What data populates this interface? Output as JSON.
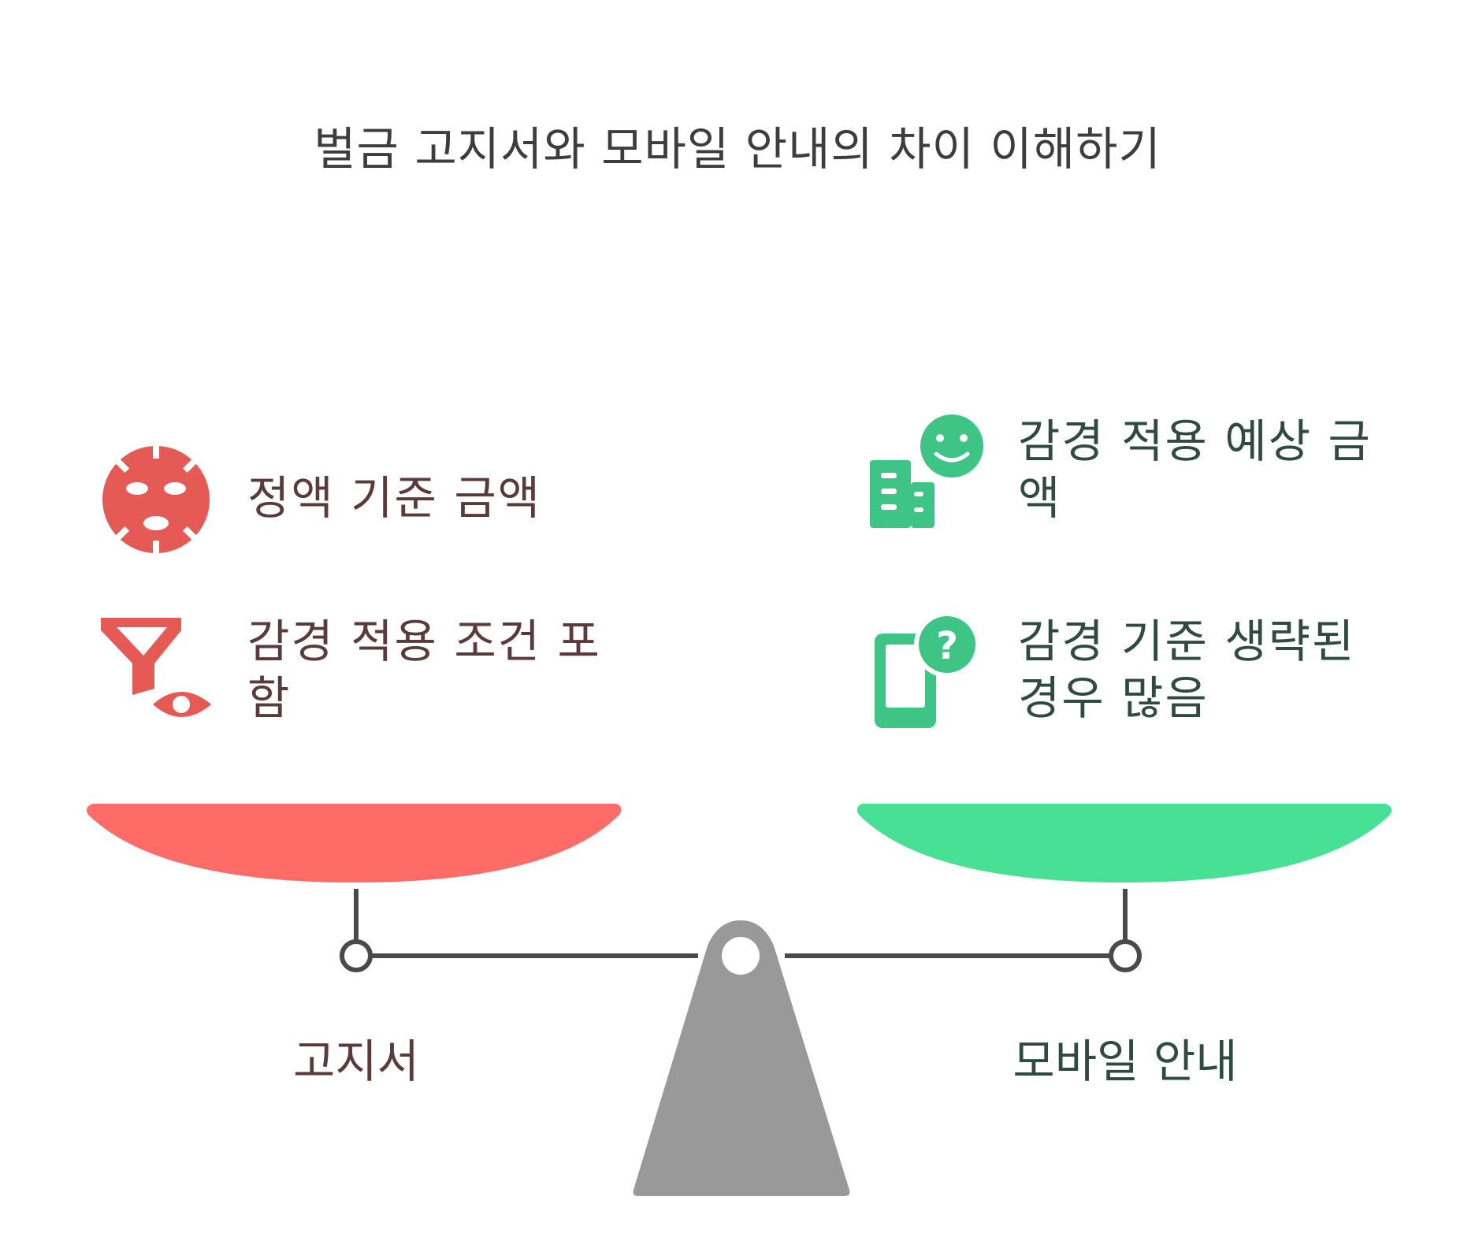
{
  "title": "벌금 고지서와 모바일 안내의 차이 이해하기",
  "left": {
    "label": "고지서",
    "color": "#ff6b66",
    "icon_color": "#e55a55",
    "items": [
      {
        "text": "정액 기준 금액",
        "icon": "face-mask-icon"
      },
      {
        "text": "감경 적용 조건 포함",
        "icon": "filter-eye-icon"
      }
    ]
  },
  "right": {
    "label": "모바일 안내",
    "color": "#47e095",
    "icon_color": "#3ec485",
    "items": [
      {
        "text": "감경 적용 예상 금액",
        "icon": "smile-building-icon"
      },
      {
        "text": "감경 기준 생략된 경우 많음",
        "icon": "phone-question-icon"
      }
    ]
  },
  "colors": {
    "beam": "#4a4a4a",
    "fulcrum": "#999999"
  }
}
